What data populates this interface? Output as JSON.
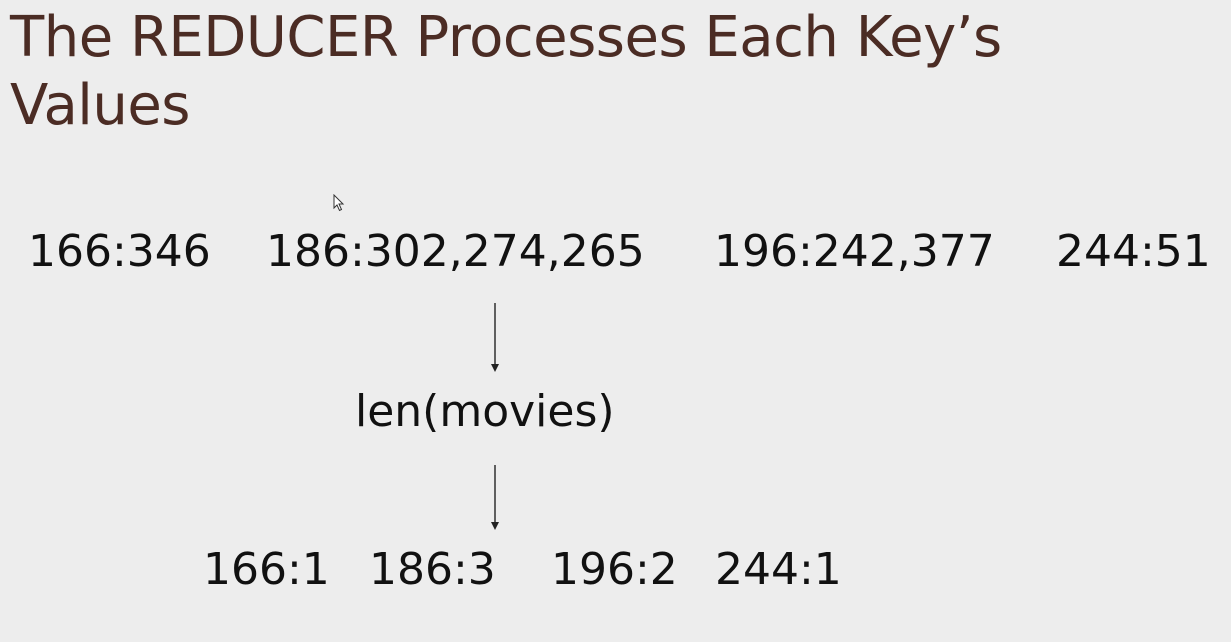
{
  "slide": {
    "title": "The REDUCER Processes Each Key’s Values"
  },
  "input_pairs": [
    "166:346",
    "186:302,274,265",
    "196:242,377",
    "244:51"
  ],
  "function_label": "len(movies)",
  "output_pairs": [
    "166:1",
    "186:3",
    "196:2",
    "244:1"
  ],
  "colors": {
    "title": "#4b2c24",
    "text": "#111111",
    "background": "#ededed",
    "arrow": "#222222"
  },
  "icons": {
    "cursor": "mouse-pointer-icon",
    "arrow": "arrow-down-icon"
  }
}
